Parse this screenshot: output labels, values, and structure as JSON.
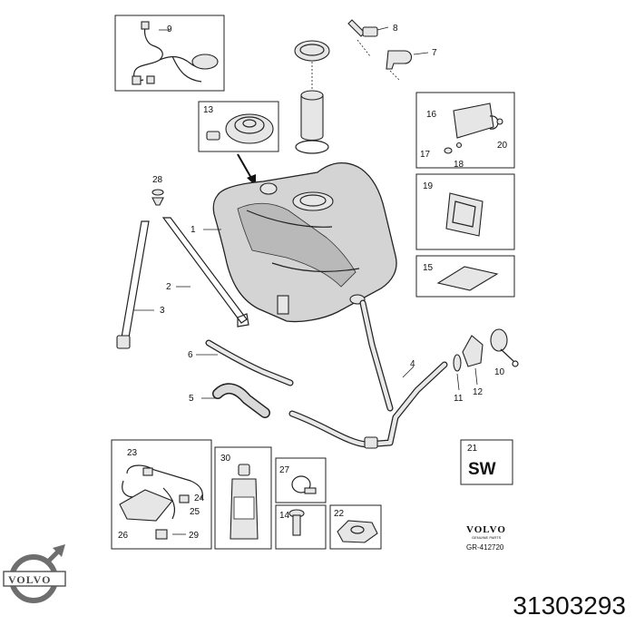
{
  "labels": {
    "l1": "1",
    "l2": "2",
    "l3": "3",
    "l4": "4",
    "l5": "5",
    "l6": "6",
    "l7": "7",
    "l8": "8",
    "l9": "9",
    "l10": "10",
    "l11": "11",
    "l12": "12",
    "l13": "13",
    "l14": "14",
    "l15": "15",
    "l16": "16",
    "l17": "17",
    "l18": "18",
    "l19": "19",
    "l20": "20",
    "l21": "21",
    "l22": "22",
    "l23": "23",
    "l24": "24",
    "l25": "25",
    "l26": "26",
    "l27": "27",
    "l28": "28",
    "l29": "29",
    "l30": "30"
  },
  "sw_code": "SW",
  "brand_box": {
    "name": "VOLVO",
    "sub": "GENUINE PARTS",
    "code": "GR-412720"
  },
  "logo_text": "VOLVO",
  "part_number": "31303293"
}
